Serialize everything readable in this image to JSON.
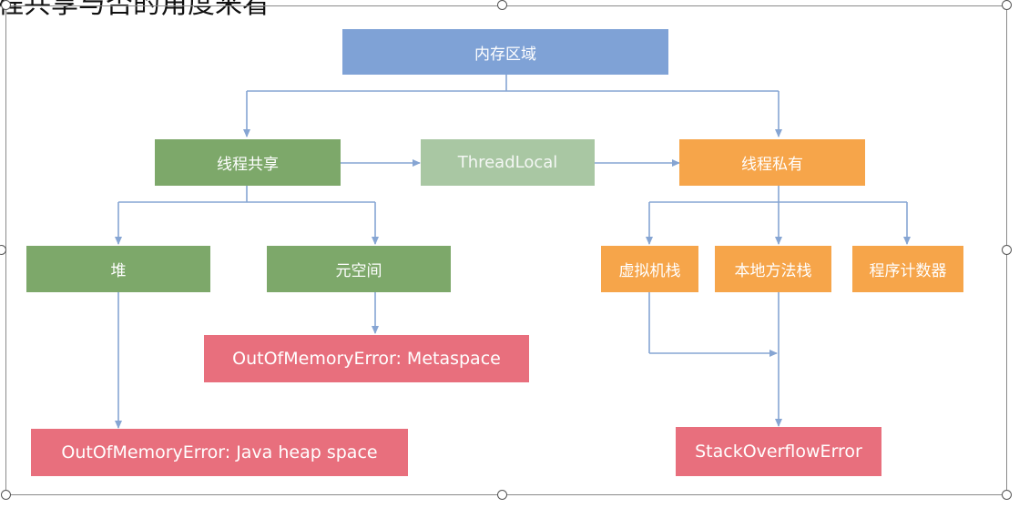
{
  "caption": "程共享与否的角度来看",
  "diagram": {
    "root": "内存区域",
    "shared": "线程共享",
    "threadlocal": "ThreadLocal",
    "private": "线程私有",
    "heap": "堆",
    "metaspace": "元空间",
    "vm_stack": "虚拟机栈",
    "native_stack": "本地方法栈",
    "pc_counter": "程序计数器",
    "oom_metaspace": "OutOfMemoryError: Metaspace",
    "oom_heap": "OutOfMemoryError: Java heap space",
    "stack_overflow": "StackOverflowError"
  },
  "colors": {
    "root": "#7fa2d6",
    "shared": "#7da86a",
    "threadlocal": "#a9c7a3",
    "private": "#f6a54a",
    "error": "#e86f7d",
    "connector": "#86a5d3"
  }
}
